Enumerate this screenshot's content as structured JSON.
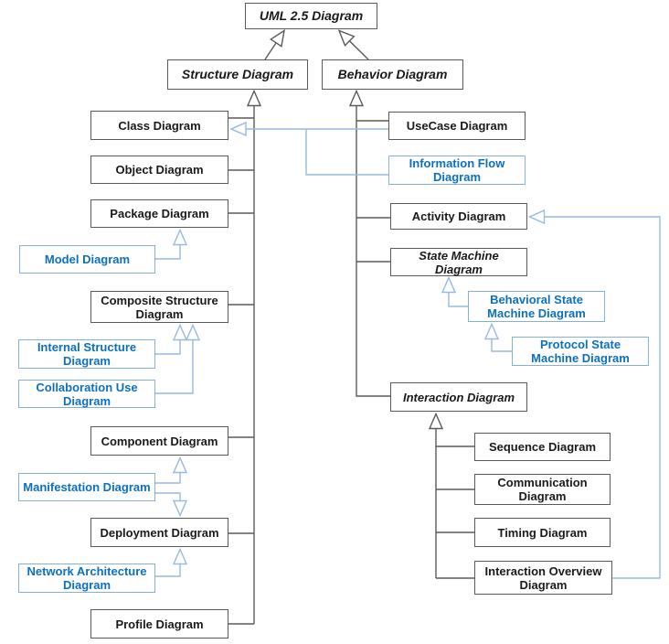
{
  "colors": {
    "official_border": "#5a5a5a",
    "official_text": "#1a1a1a",
    "custom_border": "#86afd9",
    "custom_text": "#0d70bf",
    "custom_line": "#98b9e0",
    "official_line": "#5a5a5a",
    "background": "#ffffff"
  },
  "nodes": {
    "uml": {
      "label": "UML 2.5 Diagram",
      "abstract": true,
      "category": "official"
    },
    "structure": {
      "label": "Structure Diagram",
      "abstract": true,
      "category": "official"
    },
    "behavior": {
      "label": "Behavior Diagram",
      "abstract": true,
      "category": "official"
    },
    "class_diagram": {
      "label": "Class Diagram",
      "abstract": false,
      "category": "official"
    },
    "object_diagram": {
      "label": "Object Diagram",
      "abstract": false,
      "category": "official"
    },
    "package_diagram": {
      "label": "Package Diagram",
      "abstract": false,
      "category": "official"
    },
    "model_diagram": {
      "label": "Model Diagram",
      "abstract": false,
      "category": "custom"
    },
    "composite_structure": {
      "label": "Composite Structure\nDiagram",
      "abstract": false,
      "category": "official"
    },
    "internal_structure": {
      "label": "Internal Structure\nDiagram",
      "abstract": false,
      "category": "custom"
    },
    "collaboration_use": {
      "label": "Collaboration Use\nDiagram",
      "abstract": false,
      "category": "custom"
    },
    "component_diagram": {
      "label": "Component Diagram",
      "abstract": false,
      "category": "official"
    },
    "manifestation": {
      "label": "Manifestation Diagram",
      "abstract": false,
      "category": "custom"
    },
    "deployment": {
      "label": "Deployment Diagram",
      "abstract": false,
      "category": "official"
    },
    "network_architecture": {
      "label": "Network Architecture\nDiagram",
      "abstract": false,
      "category": "custom"
    },
    "profile": {
      "label": "Profile Diagram",
      "abstract": false,
      "category": "official"
    },
    "usecase": {
      "label": "UseCase Diagram",
      "abstract": false,
      "category": "official"
    },
    "information_flow": {
      "label": "Information Flow\nDiagram",
      "abstract": false,
      "category": "custom"
    },
    "activity": {
      "label": "Activity Diagram",
      "abstract": false,
      "category": "official"
    },
    "state_machine": {
      "label": "State Machine\nDiagram",
      "abstract": true,
      "category": "official"
    },
    "behavioral_sm": {
      "label": "Behavioral State\nMachine Diagram",
      "abstract": false,
      "category": "custom"
    },
    "protocol_sm": {
      "label": "Protocol State\nMachine Diagram",
      "abstract": false,
      "category": "custom"
    },
    "interaction": {
      "label": "Interaction Diagram",
      "abstract": true,
      "category": "official"
    },
    "sequence": {
      "label": "Sequence Diagram",
      "abstract": false,
      "category": "official"
    },
    "communication": {
      "label": "Communication\nDiagram",
      "abstract": false,
      "category": "official"
    },
    "timing": {
      "label": "Timing Diagram",
      "abstract": false,
      "category": "official"
    },
    "interaction_overview": {
      "label": "Interaction Overview\nDiagram",
      "abstract": false,
      "category": "official"
    }
  },
  "edges": [
    {
      "from": "Structure Diagram",
      "to": "UML 2.5 Diagram",
      "type": "generalization",
      "color": "black"
    },
    {
      "from": "Behavior Diagram",
      "to": "UML 2.5 Diagram",
      "type": "generalization",
      "color": "black"
    },
    {
      "from": "Class Diagram",
      "to": "Structure Diagram",
      "type": "generalization",
      "color": "black"
    },
    {
      "from": "Object Diagram",
      "to": "Structure Diagram",
      "type": "generalization",
      "color": "black"
    },
    {
      "from": "Package Diagram",
      "to": "Structure Diagram",
      "type": "generalization",
      "color": "black"
    },
    {
      "from": "Composite Structure Diagram",
      "to": "Structure Diagram",
      "type": "generalization",
      "color": "black"
    },
    {
      "from": "Component Diagram",
      "to": "Structure Diagram",
      "type": "generalization",
      "color": "black"
    },
    {
      "from": "Deployment Diagram",
      "to": "Structure Diagram",
      "type": "generalization",
      "color": "black"
    },
    {
      "from": "Profile Diagram",
      "to": "Structure Diagram",
      "type": "generalization",
      "color": "black"
    },
    {
      "from": "UseCase Diagram",
      "to": "Behavior Diagram",
      "type": "generalization",
      "color": "black"
    },
    {
      "from": "Activity Diagram",
      "to": "Behavior Diagram",
      "type": "generalization",
      "color": "black"
    },
    {
      "from": "State Machine Diagram",
      "to": "Behavior Diagram",
      "type": "generalization",
      "color": "black"
    },
    {
      "from": "Interaction Diagram",
      "to": "Behavior Diagram",
      "type": "generalization",
      "color": "black"
    },
    {
      "from": "Model Diagram",
      "to": "Package Diagram",
      "type": "generalization",
      "color": "blue"
    },
    {
      "from": "Internal Structure Diagram",
      "to": "Composite Structure Diagram",
      "type": "generalization",
      "color": "blue"
    },
    {
      "from": "Collaboration Use Diagram",
      "to": "Composite Structure Diagram",
      "type": "generalization",
      "color": "blue"
    },
    {
      "from": "Manifestation Diagram",
      "to": "Component Diagram",
      "type": "generalization",
      "color": "blue"
    },
    {
      "from": "Manifestation Diagram",
      "to": "Deployment Diagram",
      "type": "generalization",
      "color": "blue"
    },
    {
      "from": "Network Architecture Diagram",
      "to": "Deployment Diagram",
      "type": "generalization",
      "color": "blue"
    },
    {
      "from": "Information Flow Diagram",
      "to": "Class Diagram",
      "type": "generalization",
      "color": "blue"
    },
    {
      "from": "UseCase Diagram",
      "to": "Class Diagram",
      "type": "generalization",
      "color": "blue"
    },
    {
      "from": "Behavioral State Machine Diagram",
      "to": "State Machine Diagram",
      "type": "generalization",
      "color": "blue"
    },
    {
      "from": "Protocol State Machine Diagram",
      "to": "Behavioral State Machine Diagram",
      "type": "generalization",
      "color": "blue"
    },
    {
      "from": "Sequence Diagram",
      "to": "Interaction Diagram",
      "type": "generalization",
      "color": "black"
    },
    {
      "from": "Communication Diagram",
      "to": "Interaction Diagram",
      "type": "generalization",
      "color": "black"
    },
    {
      "from": "Timing Diagram",
      "to": "Interaction Diagram",
      "type": "generalization",
      "color": "black"
    },
    {
      "from": "Interaction Overview Diagram",
      "to": "Interaction Diagram",
      "type": "generalization",
      "color": "black"
    },
    {
      "from": "Interaction Overview Diagram",
      "to": "Activity Diagram",
      "type": "generalization",
      "color": "blue"
    }
  ]
}
